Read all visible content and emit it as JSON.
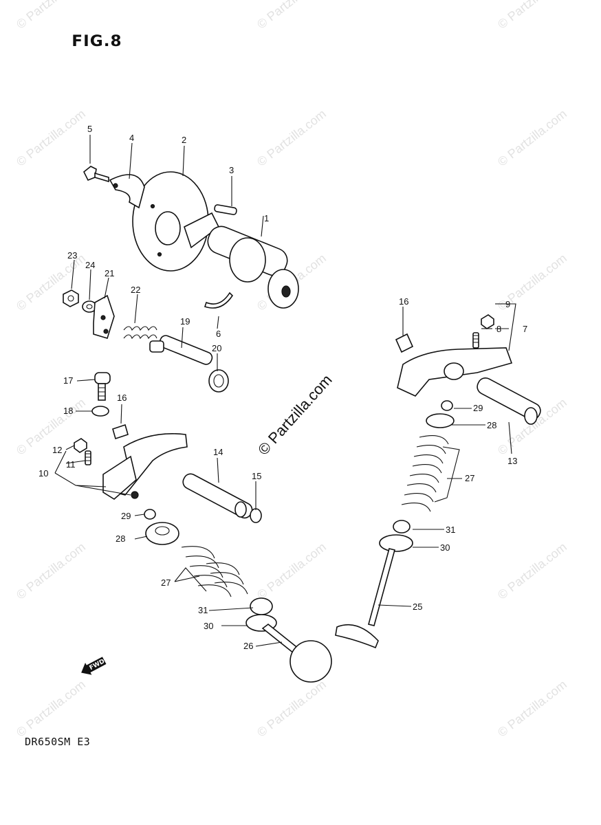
{
  "figure": {
    "title": "FIG.8",
    "model": "DR650SM E3",
    "fwd_label": "FWD"
  },
  "watermark": {
    "text": "© Partzilla.com"
  },
  "callouts": [
    "1",
    "2",
    "3",
    "4",
    "5",
    "6",
    "7",
    "8",
    "9",
    "10",
    "11",
    "12",
    "13",
    "14",
    "15",
    "16",
    "16",
    "17",
    "18",
    "19",
    "20",
    "21",
    "22",
    "23",
    "24",
    "25",
    "26",
    "27",
    "27",
    "28",
    "28",
    "29",
    "29",
    "30",
    "30",
    "31",
    "31"
  ],
  "icons": {
    "fwd_arrow": "fwd-arrow-icon"
  }
}
